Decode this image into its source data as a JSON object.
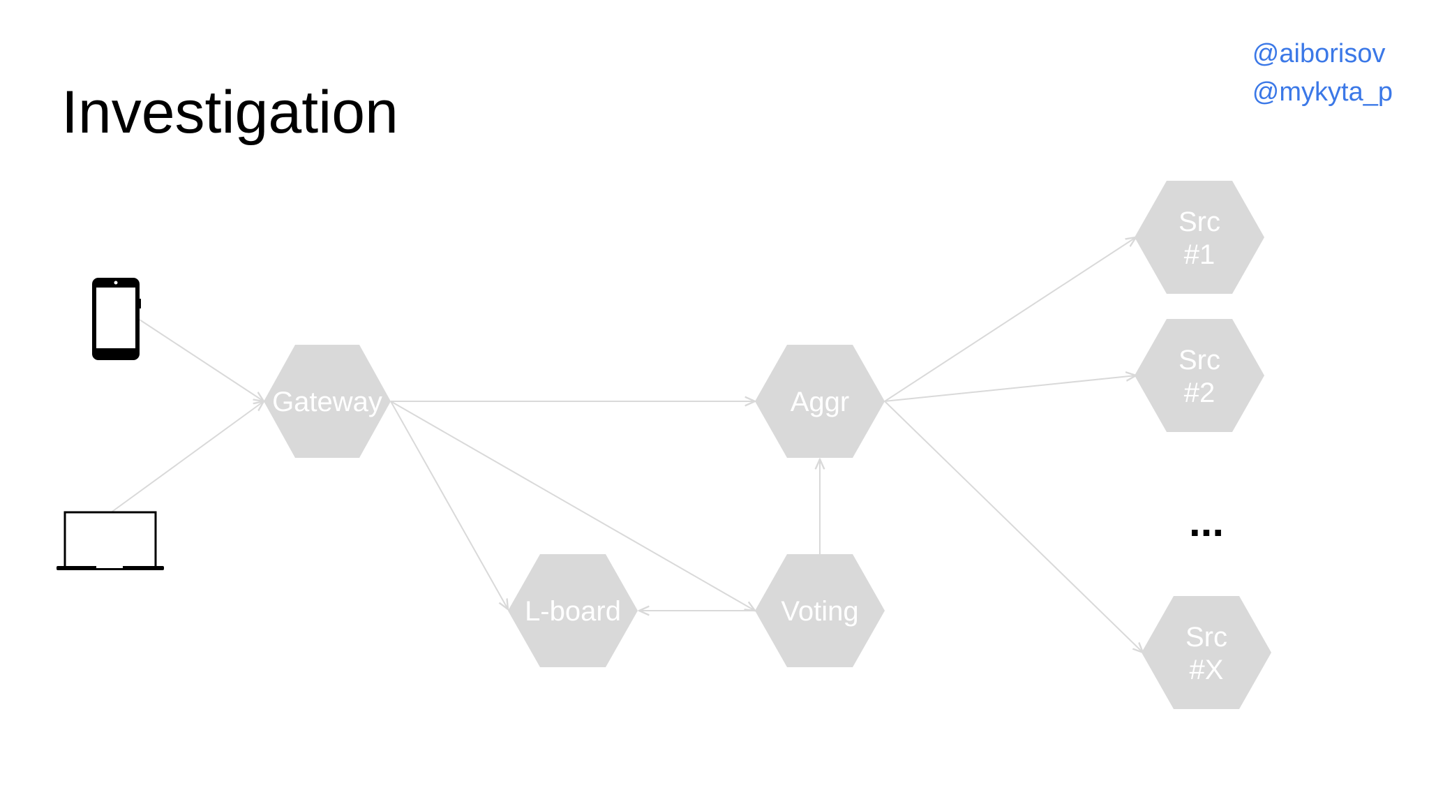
{
  "title": "Investigation",
  "handles": [
    "@aiborisov",
    "@mykyta_p"
  ],
  "colors": {
    "handle": "#3b78e7",
    "node_fill": "#d9d9d9",
    "node_text": "#ffffff",
    "edge": "#d9d9d9",
    "device": "#000000"
  },
  "devices": {
    "phone_icon": "smartphone-icon",
    "laptop_icon": "laptop-icon"
  },
  "nodes": {
    "gateway": [
      "Gateway"
    ],
    "aggr": [
      "Aggr"
    ],
    "lboard": [
      "L-board"
    ],
    "voting": [
      "Voting"
    ],
    "src1": [
      "Src",
      "#1"
    ],
    "src2": [
      "Src",
      "#2"
    ],
    "srcx": [
      "Src",
      "#X"
    ]
  },
  "ellipsis": "..."
}
